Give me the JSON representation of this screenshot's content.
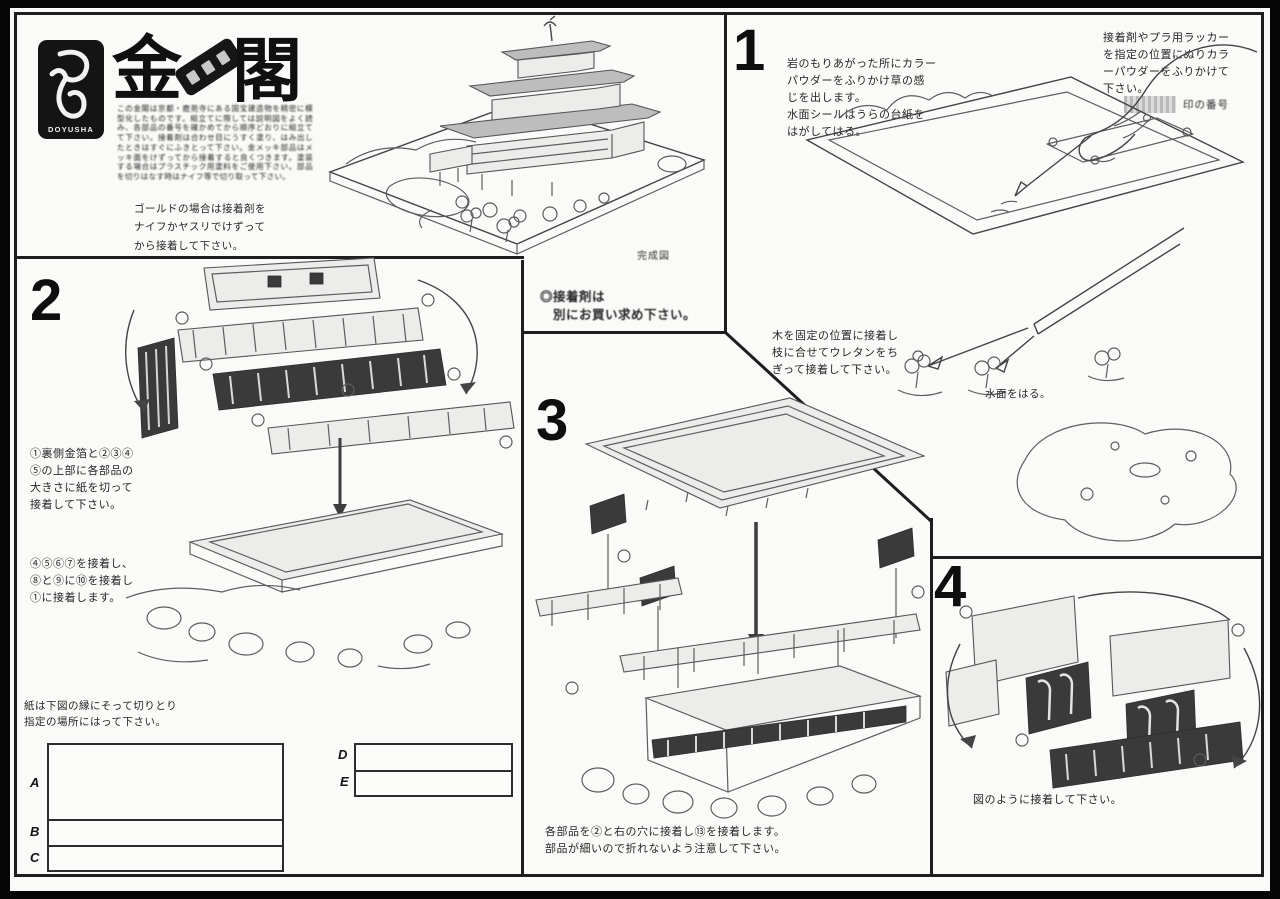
{
  "brand": {
    "maker": "DOYUSHA",
    "title_left": "金",
    "title_right": "閣",
    "intro": "この金閣は京都・鹿苑寺にある国宝建造物を精密に模型化したものです。組立てに際しては説明図をよく読み、各部品の番号を確かめてから順序どおりに組立てて下さい。接着剤は合わせ目にうすく塗り、はみ出したときはすぐにふきとって下さい。金メッキ部品はメッキ面をけずってから接着すると良くつきます。塗装する場合はプラスチック用塗料をご使用下さい。部品を切りはなす時はナイフ等で切り取って下さい。",
    "gold_note": "ゴールドの場合は接着剤を\nナイフかヤスリでけずって\nから接着して下さい。"
  },
  "completed": {
    "caption": "完成図"
  },
  "glue_note": "◎接着剤は\n　別にお買い求め下さい。",
  "steps": {
    "s1": {
      "num": "1",
      "paint_note": "岩のもりあがった所にカラー\nパウダーをふりかけ草の感\nじを出します。\n水面シールはうらの台紙を\nはがしてはる。",
      "corner_note": "接着剤やプラ用ラッカー\nを指定の位置にぬりカラ\nーパウダーをふりかけて\n下さい。",
      "mark_label": "印の番号",
      "tree_note": "木を固定の位置に接着し\n枝に合せてウレタンをち\nぎって接着して下さい。",
      "water_note": "水面をはる。"
    },
    "s2": {
      "num": "2",
      "note1": "①裏側金箔と②③④\n⑤の上部に各部品の\n大きさに紙を切って\n接着して下さい。",
      "note2": "④⑤⑥⑦を接着し、\n⑧と⑨に⑩を接着し\n①に接着します。",
      "paper_note": "紙は下図の縁にそって切りとり\n指定の場所にはって下さい。"
    },
    "s3": {
      "num": "3",
      "note": "各部品を②と右の穴に接着し⑬を接着します。\n部品が細いので折れないよう注意して下さい。"
    },
    "s4": {
      "num": "4",
      "note": "図のように接着して下さい。"
    }
  },
  "template": {
    "labels": [
      "A",
      "B",
      "C",
      "D",
      "E"
    ]
  },
  "colors": {
    "ink": "#1e1e1e",
    "sketch_line": "#5d5d5d",
    "paper": "#fafaf8"
  }
}
